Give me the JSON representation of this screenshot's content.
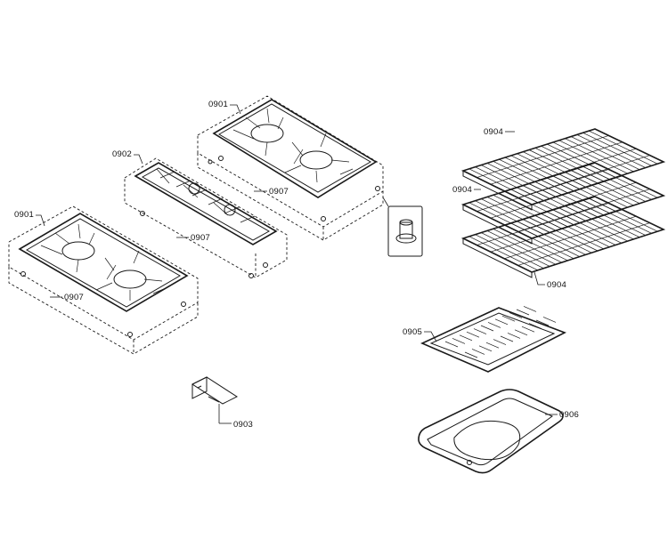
{
  "labels": {
    "grate_right_top": "0901",
    "grate_left": "0901",
    "grate_middle": "0902",
    "bracket": "0903",
    "rack_top": "0904",
    "rack_middle": "0904",
    "rack_bottom": "0904",
    "broil_grid": "0905",
    "broil_pan": "0906",
    "foot_right": "0907",
    "foot_middle": "0907",
    "foot_left": "0907"
  },
  "colors": {
    "ink": "#1a1a1a",
    "background": "#ffffff"
  }
}
